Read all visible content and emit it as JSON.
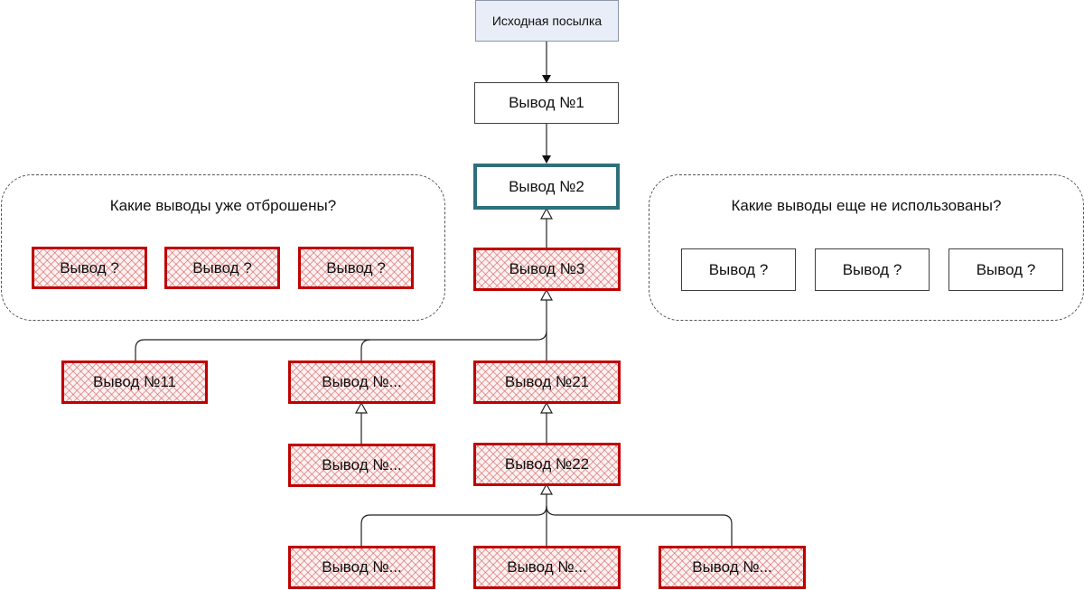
{
  "nodes": {
    "source": "Исходная посылка",
    "conclusion_1": "Вывод №1",
    "conclusion_2": "Вывод №2",
    "conclusion_3": "Вывод №3",
    "conclusion_11": "Вывод №11",
    "conclusion_mid_a": "Вывод №...",
    "conclusion_mid_b": "Вывод №...",
    "conclusion_21": "Вывод №21",
    "conclusion_22": "Вывод №22",
    "conclusion_bottom_a": "Вывод №...",
    "conclusion_bottom_b": "Вывод №...",
    "conclusion_bottom_c": "Вывод №..."
  },
  "rejected_panel": {
    "title": "Какие выводы уже отброшены?",
    "items": [
      "Вывод ?",
      "Вывод ?",
      "Вывод ?"
    ]
  },
  "unused_panel": {
    "title": "Какие выводы еще не использованы?",
    "items": [
      "Вывод ?",
      "Вывод ?",
      "Вывод ?"
    ]
  },
  "colors": {
    "source_fill": "#e8edf7",
    "current_border": "#2f6f7c",
    "rejected_border": "#c00000",
    "rejected_hatch": "#d25a5a",
    "panel_border": "#555555",
    "connector": "#222222"
  }
}
